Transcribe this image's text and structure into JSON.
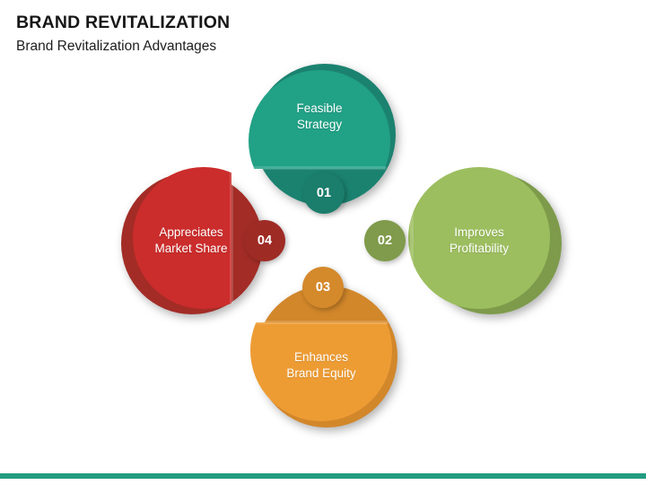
{
  "header": {
    "title": "BRAND REVITALIZATION",
    "subtitle": "Brand Revitalization Advantages"
  },
  "theme": {
    "accent_bar_color": "#229c80",
    "background": "#ffffff",
    "title_color": "#161616"
  },
  "diagram": {
    "type": "four-petal-circular-infographic",
    "petals": [
      {
        "number": "01",
        "position": "top",
        "label": "Feasible\nStrategy",
        "fill_color": "#21a186",
        "shade_color": "#1b8270",
        "badge_color": "#1b7d6c",
        "flat_edge": "bottom"
      },
      {
        "number": "02",
        "position": "right",
        "label": "Improves\nProfitability",
        "fill_color": "#9cbe5f",
        "shade_color": "#7d9b4a",
        "badge_color": "#7f9b4b",
        "flat_edge": "left"
      },
      {
        "number": "03",
        "position": "bottom",
        "label": "Enhances\nBrand Equity",
        "fill_color": "#ed9c34",
        "shade_color": "#d2872a",
        "badge_color": "#d4892b",
        "flat_edge": "top"
      },
      {
        "number": "04",
        "position": "left",
        "label": "Appreciates\nMarket Share",
        "fill_color": "#cb2d2c",
        "shade_color": "#a32c26",
        "badge_color": "#9f2b25",
        "flat_edge": "right"
      }
    ]
  }
}
